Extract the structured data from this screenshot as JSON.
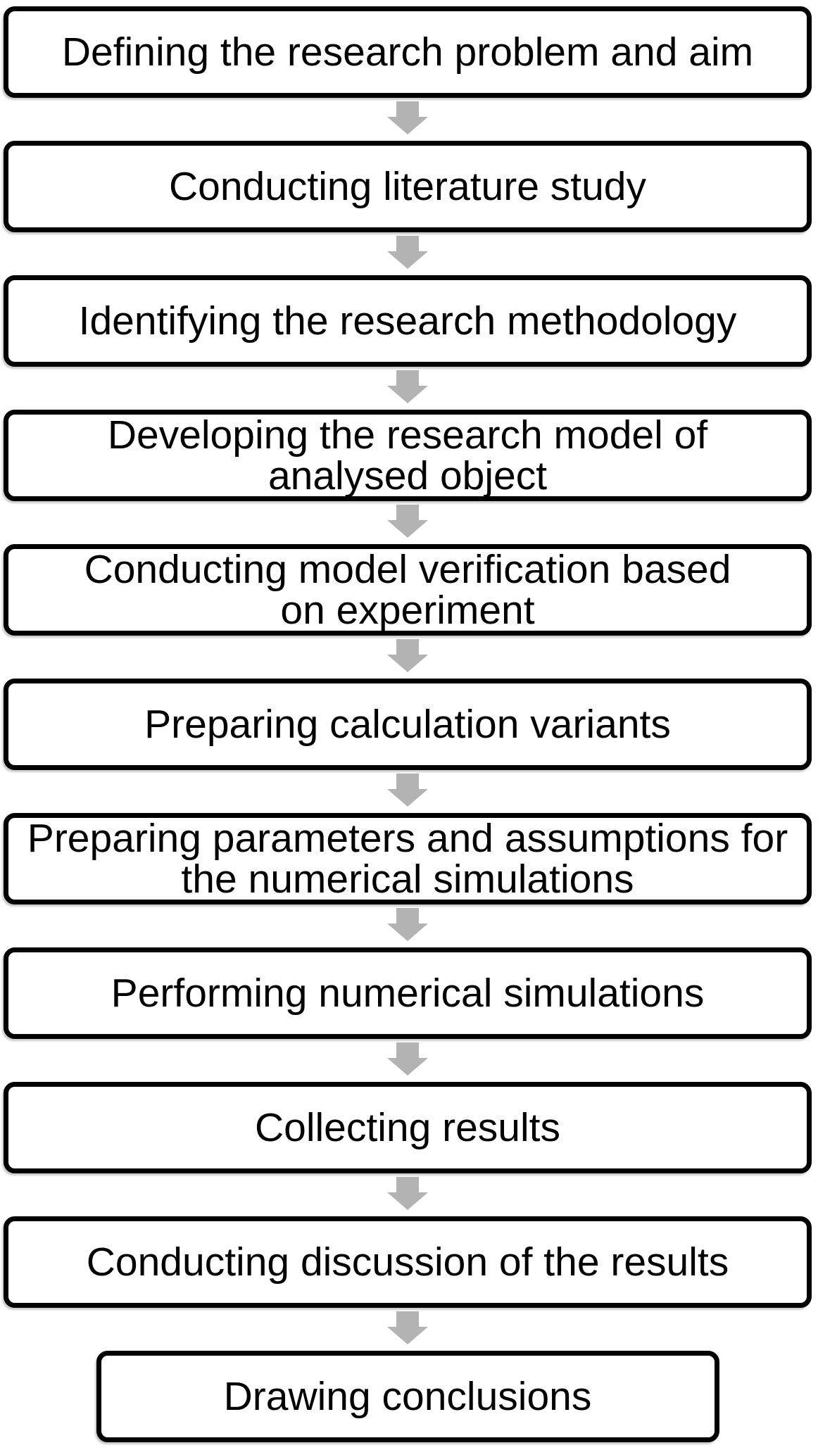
{
  "figure": {
    "type": "flowchart",
    "direction": "top-to-bottom",
    "background_color": "#ffffff",
    "node_fill_color": "#ffffff",
    "node_border_color": "#000000",
    "text_color": "#000000",
    "arrow_color": "#b3b3b3",
    "arrow_icon": "down-block-arrow",
    "steps": [
      {
        "lines": [
          "Defining the research problem and aim"
        ]
      },
      {
        "lines": [
          "Conducting literature study"
        ]
      },
      {
        "lines": [
          "Identifying the research methodology"
        ]
      },
      {
        "lines": [
          "Developing the research model of",
          "analysed object"
        ]
      },
      {
        "lines": [
          "Conducting model verification based",
          "on experiment"
        ]
      },
      {
        "lines": [
          "Preparing calculation variants"
        ]
      },
      {
        "lines": [
          "Preparing parameters and assumptions for",
          "the numerical simulations"
        ]
      },
      {
        "lines": [
          "Performing numerical simulations"
        ]
      },
      {
        "lines": [
          "Collecting results"
        ]
      },
      {
        "lines": [
          "Conducting discussion of the results"
        ]
      },
      {
        "lines": [
          "Drawing conclusions"
        ]
      }
    ]
  }
}
